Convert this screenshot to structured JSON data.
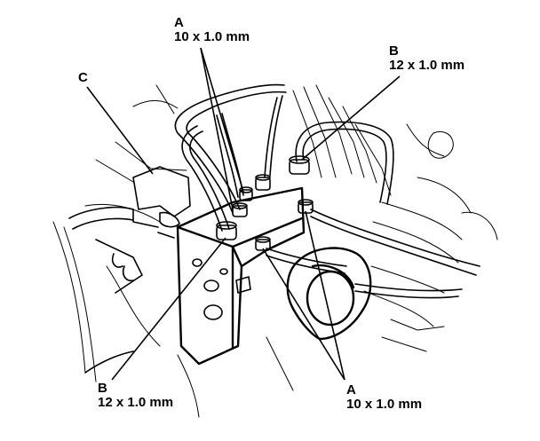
{
  "callouts": {
    "a_top": {
      "letter": "A",
      "spec": "10 x 1.0 mm"
    },
    "b_top": {
      "letter": "B",
      "spec": "12 x 1.0 mm"
    },
    "c": {
      "letter": "C"
    },
    "b_bottom": {
      "letter": "B",
      "spec": "12 x 1.0 mm"
    },
    "a_bottom": {
      "letter": "A",
      "spec": "10 x 1.0 mm"
    }
  }
}
